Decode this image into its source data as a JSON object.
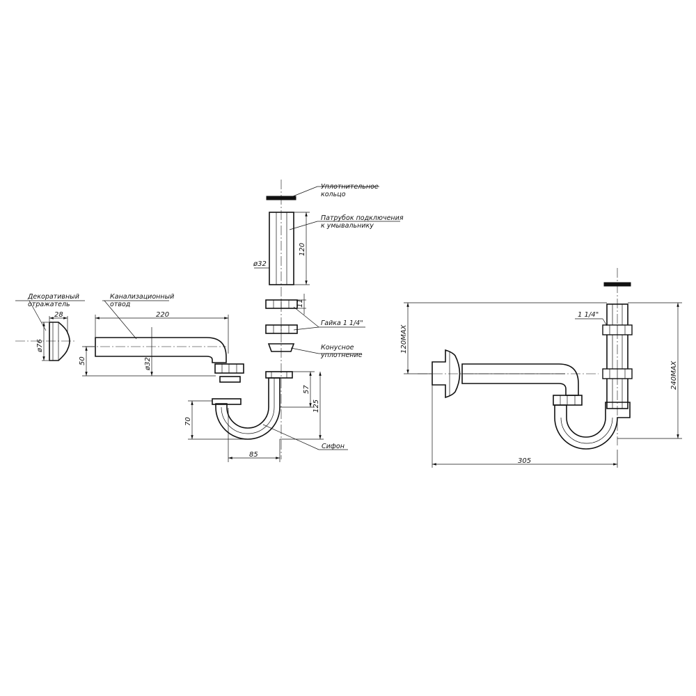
{
  "labels": {
    "sealing_ring": [
      "Уплотнительное",
      "кольцо"
    ],
    "connection_pipe": [
      "Патрубок подключения",
      "к умывальнику"
    ],
    "nut": "Гайка 1 1/4\"",
    "cone_seal": [
      "Конусное",
      "уплотнение"
    ],
    "siphon": "Сифон",
    "decor_reflector": [
      "Декоративный",
      "отражатель"
    ],
    "sewer_outlet": [
      "Канализационный",
      "отвод"
    ]
  },
  "dimensions": {
    "reflector_depth": "28",
    "reflector_diameter": "ø76",
    "outlet_length": "220",
    "outlet_height": "50",
    "outlet_diameter": "ø32",
    "pipe_diameter": "ø32",
    "pipe_length": "120",
    "nut_height": "11",
    "siphon_leg": "57",
    "siphon_height": "125",
    "siphon_drop": "70",
    "siphon_width": "85",
    "assembly_thread": "1 1/4\"",
    "assembly_upper": "120MAX",
    "assembly_height": "240MAX",
    "assembly_width": "305"
  }
}
